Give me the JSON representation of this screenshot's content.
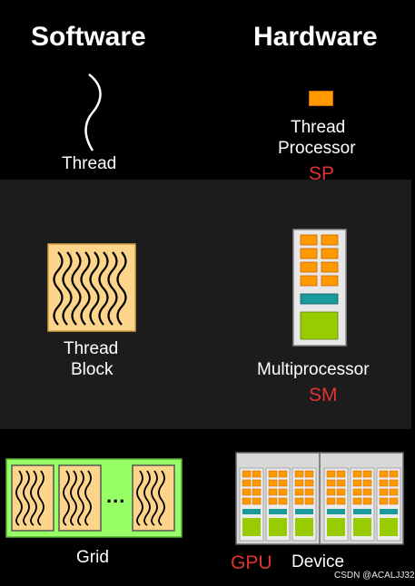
{
  "headers": {
    "software": "Software",
    "hardware": "Hardware"
  },
  "rows": {
    "thread": {
      "software_label": "Thread",
      "hardware_label_line1": "Thread",
      "hardware_label_line2": "Processor",
      "hardware_abbr": "SP"
    },
    "block": {
      "software_label_line1": "Thread",
      "software_label_line2": "Block",
      "hardware_label": "Multiprocessor",
      "hardware_abbr": "SM"
    },
    "grid": {
      "software_label": "Grid",
      "ellipsis": "...",
      "hardware_abbr": "GPU",
      "hardware_label": "Device"
    }
  },
  "watermark": "CSDN @ACALJJ32",
  "colors": {
    "thread_processor": "#ff9900",
    "block_fill": "#fdd58a",
    "grid_fill": "#99ff66",
    "sm_body": "#e8e8e8",
    "sm_core": "#ff9900",
    "sm_bar": "#1a9a9a",
    "sm_memory": "#99cc00",
    "red_label": "#e23232"
  }
}
